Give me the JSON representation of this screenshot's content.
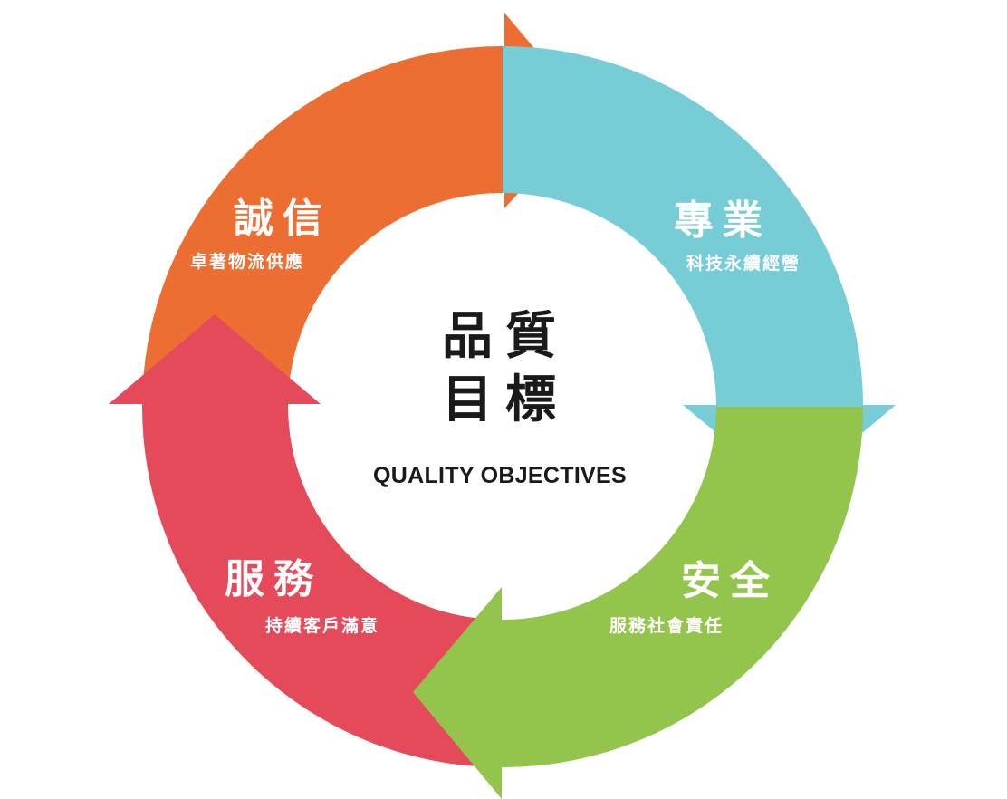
{
  "diagram": {
    "type": "cycle",
    "center": {
      "title_line1": "品質",
      "title_line2": "目標",
      "subtitle": "QUALITY OBJECTIVES"
    },
    "segments": [
      {
        "id": "integrity",
        "title": "誠信",
        "subtitle": "卓著物流供應",
        "color": "#EC6E33",
        "position": "top-left",
        "arrow_direction": "right"
      },
      {
        "id": "professional",
        "title": "專業",
        "subtitle": "科技永續經營",
        "color": "#77CDD6",
        "position": "top-right",
        "arrow_direction": "down"
      },
      {
        "id": "safety",
        "title": "安全",
        "subtitle": "服務社會責任",
        "color": "#93C44C",
        "position": "bottom-right",
        "arrow_direction": "left"
      },
      {
        "id": "service",
        "title": "服務",
        "subtitle": "持續客戶滿意",
        "color": "#E54A5A",
        "position": "bottom-left",
        "arrow_direction": "up"
      }
    ]
  }
}
